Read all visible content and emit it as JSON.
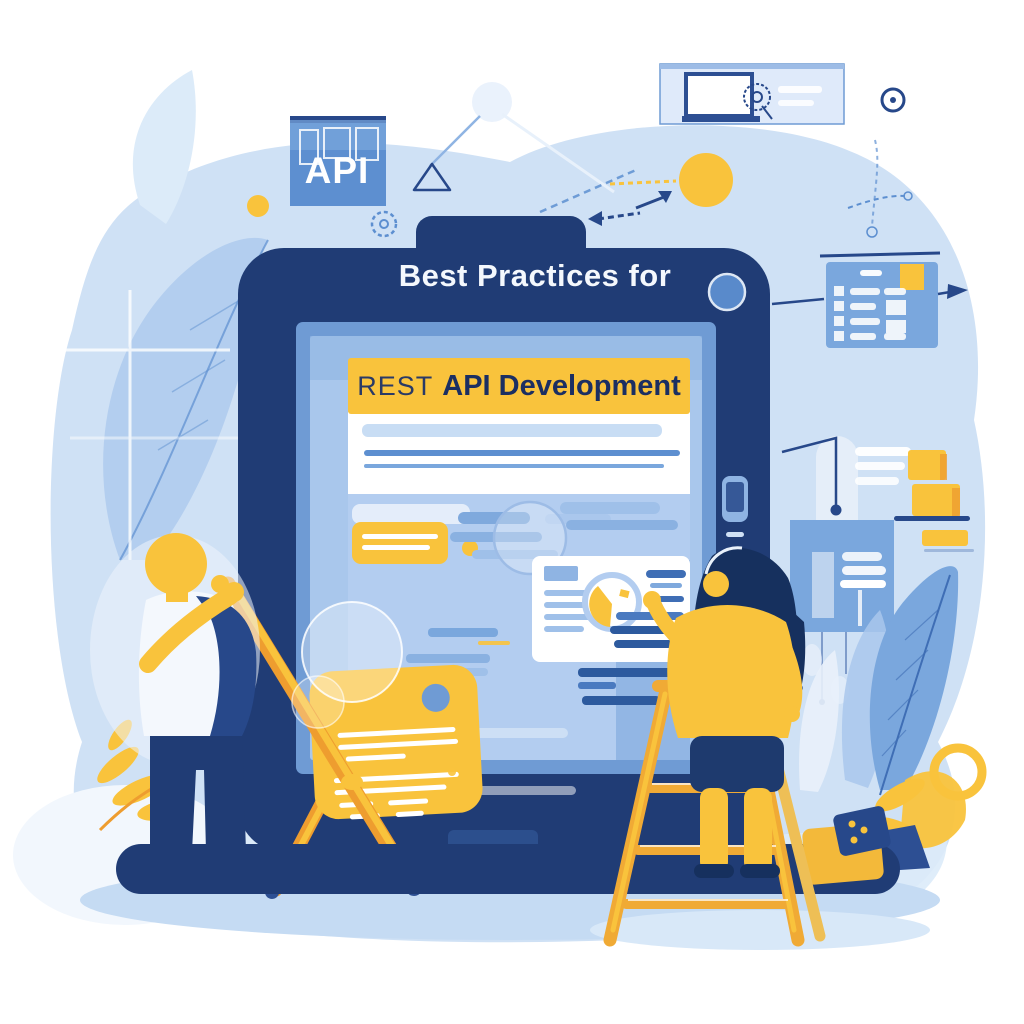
{
  "illustration": {
    "api_badge": "API",
    "tablet": {
      "heading": "Best Practices for",
      "banner_rest": "REST",
      "banner_title": "API Development"
    }
  },
  "colors": {
    "navy": "#203c75",
    "navy-dark": "#16305e",
    "navy-mid": "#27488a",
    "blue": "#5d8fd0",
    "blue-mid": "#7aa7dd",
    "blue-light": "#a9c7ec",
    "blue-pale": "#cfe1f5",
    "blue-soft": "#dcebf9",
    "yellow": "#f9c33c",
    "orange": "#ee9d2f",
    "banner-text": "#1b2f62"
  }
}
